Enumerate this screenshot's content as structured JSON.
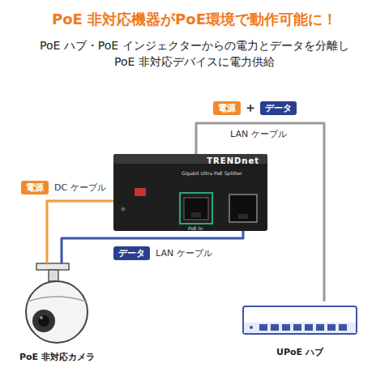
{
  "diagram": {
    "title": "PoE 非対応機器がPoE環境で動作可能に！",
    "nodes": [
      {
        "text": [
          "TRENDnet"
        ]
      },
      {
        "text": [
          "PoE 非対応カメラ"
        ]
      },
      {
        "text": [
          "UPoE ハブ"
        ]
      }
    ],
    "edges": [
      {
        "from": 2,
        "to": 0,
        "arrow": "none",
        "label": "LAN ケーブル"
      },
      {
        "from": 0,
        "to": 1,
        "arrow": "none",
        "label": "DC ケーブル"
      },
      {
        "from": 0,
        "to": 1,
        "arrow": "none",
        "label": "LAN ケーブル"
      }
    ],
    "labels": [
      "PoE ハブ・PoE インジェクターからの電力とデータを分離し",
      "PoE 非対応デバイスに電力供給",
      "電源",
      "＋",
      "データ",
      "電源",
      "データ",
      "Gigabit Ultra PoE Splitter",
      "PoE In"
    ]
  }
}
